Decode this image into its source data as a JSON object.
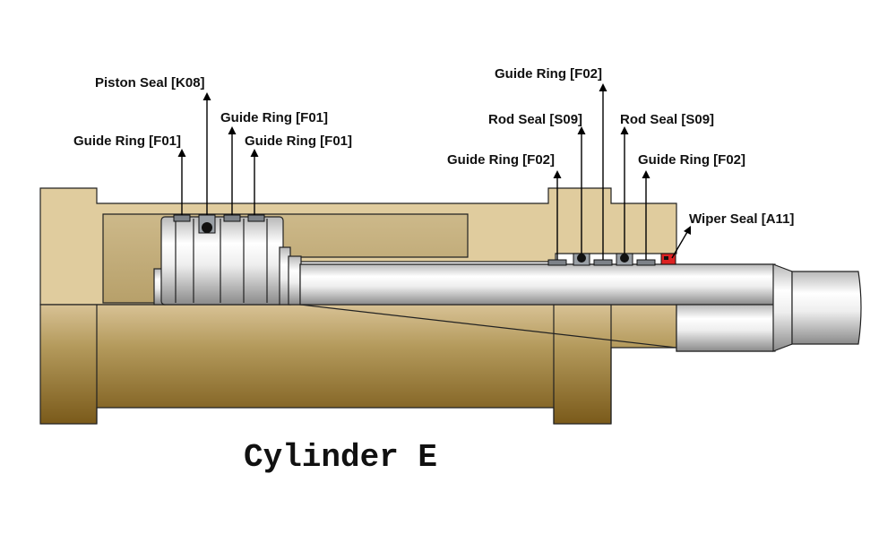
{
  "title": "Cylinder E",
  "labels": {
    "piston_seal": "Piston Seal [K08]",
    "guide_ring_f01_left": "Guide Ring [F01]",
    "guide_ring_f01_upper": "Guide Ring [F01]",
    "guide_ring_f01_right": "Guide Ring [F01]",
    "guide_ring_f02_top": "Guide Ring [F02]",
    "rod_seal_s09_left": "Rod Seal [S09]",
    "rod_seal_s09_right": "Rod Seal [S09]",
    "guide_ring_f02_left": "Guide Ring [F02]",
    "guide_ring_f02_right": "Guide Ring [F02]",
    "wiper_seal": "Wiper Seal [A11]"
  },
  "colors": {
    "housing_light": "#e0cc9e",
    "housing_dark": "#7a5a1a",
    "steel_light": "#ffffff",
    "steel_dark": "#8a8a8a",
    "seal_black": "#111111",
    "wiper_red": "#dd2222",
    "guide_ring_grey": "#7d8288"
  }
}
